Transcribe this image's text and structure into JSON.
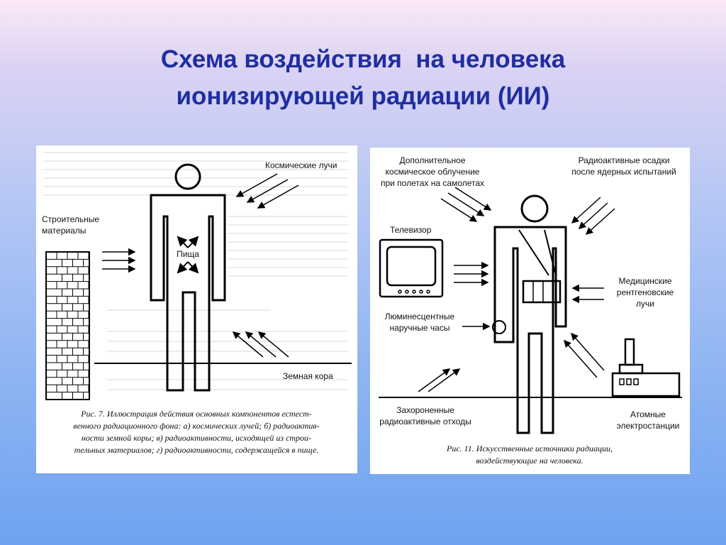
{
  "slide": {
    "title_line1": "Схема воздействия  на человека",
    "title_line2": "ионизирующей радиации (ИИ)"
  },
  "left_figure": {
    "labels": {
      "cosmic_rays": "Космические лучи",
      "building_materials_line1": "Строительные",
      "building_materials_line2": "материалы",
      "food": "Пища",
      "earth_crust": "Земная кора"
    },
    "caption": [
      "Рис. 7. Иллюстрация действия основных компонентов естест-",
      "венного радиационного фона: а) космических лучей; б) радиоактив-",
      "ности земной коры; в) радиоактивности, исходящей из строи-",
      "тельных материалов; г) радиоактивности, содержащейся в пище."
    ]
  },
  "right_figure": {
    "labels": {
      "extra_cosmic_line1": "Дополнительное",
      "extra_cosmic_line2": "космическое облучение",
      "extra_cosmic_line3": "при полетах на самолетах",
      "fallout_line1": "Радиоактивные осадки",
      "fallout_line2": "после ядерных испытаний",
      "tv": "Телевизор",
      "medical_line1": "Медицинские",
      "medical_line2": "рентгеновские",
      "medical_line3": "лучи",
      "watch_line1": "Люминесцентные",
      "watch_line2": "наручные часы",
      "waste_line1": "Захороненные",
      "waste_line2": "радиоактивные отходы",
      "npp_line1": "Атомные",
      "npp_line2": "электростанции"
    },
    "caption": [
      "Рис. 11. Искусственные источники радиации,",
      "воздействующие на человека."
    ]
  }
}
